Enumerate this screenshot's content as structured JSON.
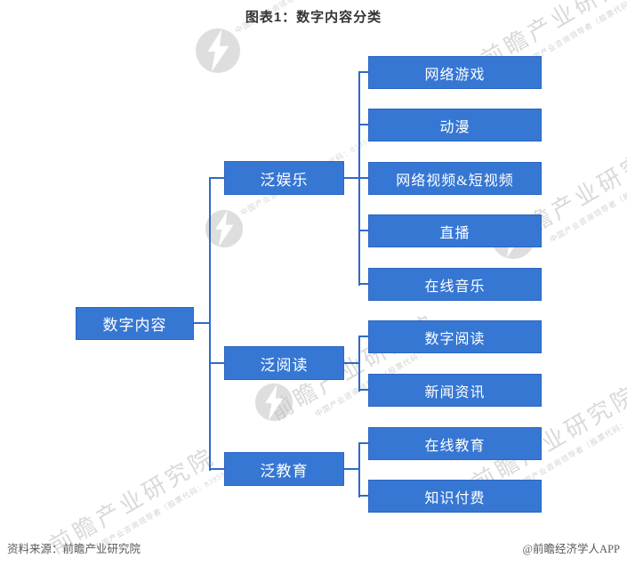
{
  "title": "图表1：数字内容分类",
  "tree": {
    "root": {
      "label": "数字内容"
    },
    "branches": [
      {
        "label": "泛娱乐",
        "children": [
          "网络游戏",
          "动漫",
          "网络视频&短视频",
          "直播",
          "在线音乐"
        ]
      },
      {
        "label": "泛阅读",
        "children": [
          "数字阅读",
          "新闻资讯"
        ]
      },
      {
        "label": "泛教育",
        "children": [
          "在线教育",
          "知识付费"
        ]
      }
    ]
  },
  "footer": {
    "source": "资料来源：前瞻产业研究院",
    "credit": "@前瞻经济学人APP"
  },
  "watermark": {
    "big": "前瞻产业研究院",
    "small": "中国产业咨询领导者（股票代码：839599）"
  },
  "colors": {
    "node_fill": "#3677d3",
    "node_border": "#2b66c2",
    "connector": "#2f6bc5"
  }
}
